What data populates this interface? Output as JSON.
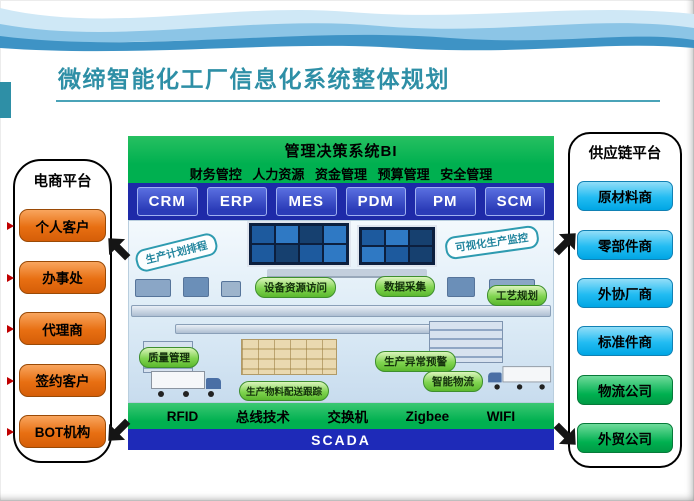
{
  "title": "微缔智能化工厂信息化系统整体规划",
  "left_panel": {
    "label": "电商平台",
    "items": [
      "个人客户",
      "办事处",
      "代理商",
      "签约客户",
      "BOT机构"
    ]
  },
  "right_panel": {
    "label": "供应链平台",
    "items": [
      {
        "label": "原材料商",
        "color": "#00AEEF"
      },
      {
        "label": "零部件商",
        "color": "#00AEEF"
      },
      {
        "label": "外协厂商",
        "color": "#00AEEF"
      },
      {
        "label": "标准件商",
        "color": "#00AEEF"
      },
      {
        "label": "物流公司",
        "color": "#00B050"
      },
      {
        "label": "外贸公司",
        "color": "#00B050"
      }
    ]
  },
  "bi": {
    "title": "管理决策系统BI",
    "subtitle": "财务管控 人力资源 资金管理 预算管理 安全管理"
  },
  "modules": [
    "CRM",
    "ERP",
    "MES",
    "PDM",
    "PM",
    "SCM"
  ],
  "factory_callouts": [
    {
      "text": "生产计划排程"
    },
    {
      "text": "设备资源访问"
    },
    {
      "text": "数据采集"
    },
    {
      "text": "可视化生产监控"
    },
    {
      "text": "工艺规划"
    },
    {
      "text": "质量管理"
    },
    {
      "text": "生产异常预警"
    },
    {
      "text": "生产物料配送跟踪"
    },
    {
      "text": "智能物流"
    }
  ],
  "network": {
    "items": [
      "RFID",
      "总线技术",
      "交换机",
      "Zigbee",
      "WIFI"
    ]
  },
  "scada_label": "SCADA",
  "colors": {
    "title_teal": "#2E8FA6",
    "green_bar": "#00B050",
    "blue_bar": "#1E2AA8",
    "orange_button": "#E86F12",
    "cyan_button": "#00AEEF",
    "callout_green": "#80D450"
  }
}
